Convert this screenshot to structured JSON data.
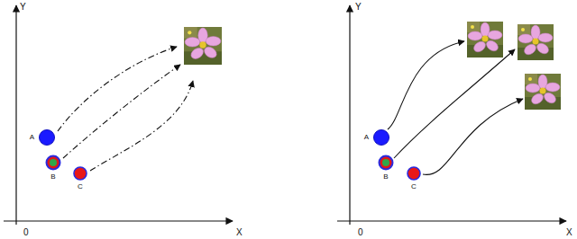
{
  "diagram": {
    "nodes": [
      {
        "text": [
          "A"
        ]
      },
      {
        "text": [
          "B"
        ]
      },
      {
        "text": [
          "C"
        ]
      },
      {
        "text": [
          "A"
        ]
      },
      {
        "text": [
          "B"
        ]
      },
      {
        "text": [
          "C"
        ]
      }
    ],
    "labels": [
      "Y",
      "X",
      "0",
      "Y",
      "X",
      "0"
    ]
  }
}
